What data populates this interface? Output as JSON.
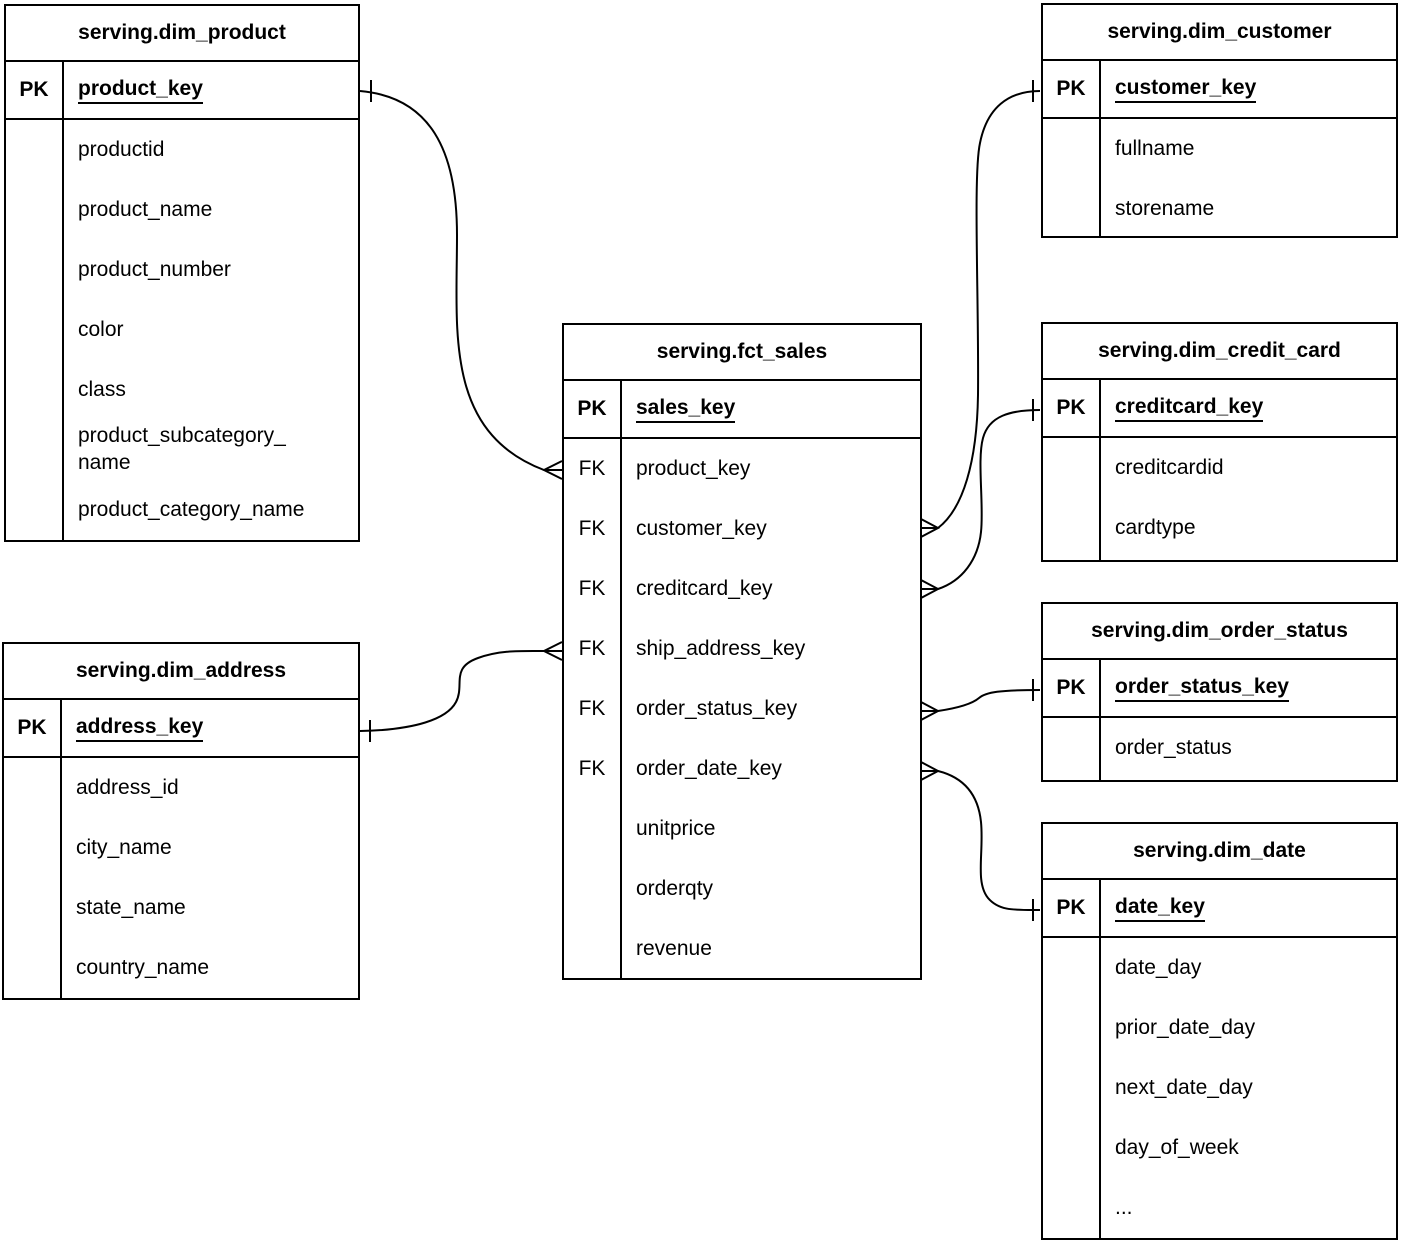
{
  "diagram": {
    "background_color": "#ffffff",
    "line_color": "#000000",
    "text_color": "#000000",
    "notation": "crow-foot"
  },
  "tables": {
    "dim_product": {
      "title": "serving.dim_product",
      "pk": {
        "tag": "PK",
        "name": "product_key"
      },
      "fields": [
        {
          "tag": "",
          "name": "productid"
        },
        {
          "tag": "",
          "name": "product_name"
        },
        {
          "tag": "",
          "name": "product_number"
        },
        {
          "tag": "",
          "name": "color"
        },
        {
          "tag": "",
          "name": "class"
        },
        {
          "tag": "",
          "name": "product_subcategory_\nname"
        },
        {
          "tag": "",
          "name": "product_category_name"
        }
      ]
    },
    "dim_address": {
      "title": "serving.dim_address",
      "pk": {
        "tag": "PK",
        "name": "address_key"
      },
      "fields": [
        {
          "tag": "",
          "name": "address_id"
        },
        {
          "tag": "",
          "name": "city_name"
        },
        {
          "tag": "",
          "name": "state_name"
        },
        {
          "tag": "",
          "name": "country_name"
        }
      ]
    },
    "fct_sales": {
      "title": "serving.fct_sales",
      "pk": {
        "tag": "PK",
        "name": "sales_key"
      },
      "fields": [
        {
          "tag": "FK",
          "name": "product_key"
        },
        {
          "tag": "FK",
          "name": "customer_key"
        },
        {
          "tag": "FK",
          "name": "creditcard_key"
        },
        {
          "tag": "FK",
          "name": "ship_address_key"
        },
        {
          "tag": "FK",
          "name": "order_status_key"
        },
        {
          "tag": "FK",
          "name": "order_date_key"
        },
        {
          "tag": "",
          "name": "unitprice"
        },
        {
          "tag": "",
          "name": "orderqty"
        },
        {
          "tag": "",
          "name": "revenue"
        }
      ]
    },
    "dim_customer": {
      "title": "serving.dim_customer",
      "pk": {
        "tag": "PK",
        "name": "customer_key"
      },
      "fields": [
        {
          "tag": "",
          "name": "fullname"
        },
        {
          "tag": "",
          "name": "storename"
        }
      ]
    },
    "dim_credit_card": {
      "title": "serving.dim_credit_card",
      "pk": {
        "tag": "PK",
        "name": "creditcard_key"
      },
      "fields": [
        {
          "tag": "",
          "name": "creditcardid"
        },
        {
          "tag": "",
          "name": "cardtype"
        }
      ]
    },
    "dim_order_status": {
      "title": "serving.dim_order_status",
      "pk": {
        "tag": "PK",
        "name": "order_status_key"
      },
      "fields": [
        {
          "tag": "",
          "name": "order_status"
        }
      ]
    },
    "dim_date": {
      "title": "serving.dim_date",
      "pk": {
        "tag": "PK",
        "name": "date_key"
      },
      "fields": [
        {
          "tag": "",
          "name": "date_day"
        },
        {
          "tag": "",
          "name": "prior_date_day"
        },
        {
          "tag": "",
          "name": "next_date_day"
        },
        {
          "tag": "",
          "name": "day_of_week"
        },
        {
          "tag": "",
          "name": "..."
        }
      ]
    }
  },
  "relationships": [
    {
      "from_table": "serving.fct_sales",
      "from_field": "product_key",
      "to_table": "serving.dim_product",
      "to_field": "product_key",
      "fct_end": "many",
      "dim_end": "one"
    },
    {
      "from_table": "serving.fct_sales",
      "from_field": "ship_address_key",
      "to_table": "serving.dim_address",
      "to_field": "address_key",
      "fct_end": "many",
      "dim_end": "one"
    },
    {
      "from_table": "serving.fct_sales",
      "from_field": "customer_key",
      "to_table": "serving.dim_customer",
      "to_field": "customer_key",
      "fct_end": "many",
      "dim_end": "one"
    },
    {
      "from_table": "serving.fct_sales",
      "from_field": "creditcard_key",
      "to_table": "serving.dim_credit_card",
      "to_field": "creditcard_key",
      "fct_end": "many",
      "dim_end": "one"
    },
    {
      "from_table": "serving.fct_sales",
      "from_field": "order_status_key",
      "to_table": "serving.dim_order_status",
      "to_field": "order_status_key",
      "fct_end": "many",
      "dim_end": "one"
    },
    {
      "from_table": "serving.fct_sales",
      "from_field": "order_date_key",
      "to_table": "serving.dim_date",
      "to_field": "date_key",
      "fct_end": "many",
      "dim_end": "one"
    }
  ]
}
